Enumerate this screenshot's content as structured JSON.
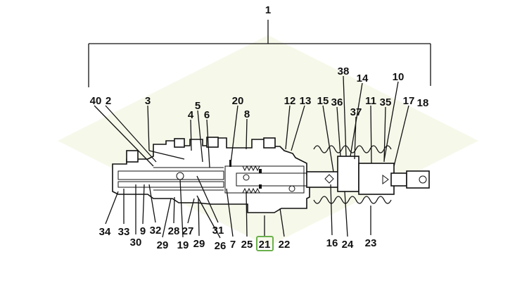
{
  "diagram": {
    "assembly_label": "1",
    "highlighted_label": "21",
    "highlight_color": "#6ab04c",
    "watermark_color": "#f4f6e6",
    "callouts": {
      "c40": "40",
      "c2": "2",
      "c3": "3",
      "c20": "20",
      "c12": "12",
      "c13": "13",
      "c15": "15",
      "c36": "36",
      "c11": "11",
      "c35": "35",
      "c17": "17",
      "c18": "18",
      "c5": "5",
      "c4": "4",
      "c6": "6",
      "c8": "8",
      "c38": "38",
      "c14": "14",
      "c10": "10",
      "c37": "37",
      "c34": "34",
      "c33": "33",
      "c9": "9",
      "c32": "32",
      "c28": "28",
      "c27": "27",
      "c31": "31",
      "c30": "30",
      "c29a": "29",
      "c19": "19",
      "c29b": "29",
      "c26": "26",
      "c7": "7",
      "c25": "25",
      "c21": "21",
      "c22": "22",
      "c16": "16",
      "c24": "24",
      "c23": "23"
    }
  }
}
